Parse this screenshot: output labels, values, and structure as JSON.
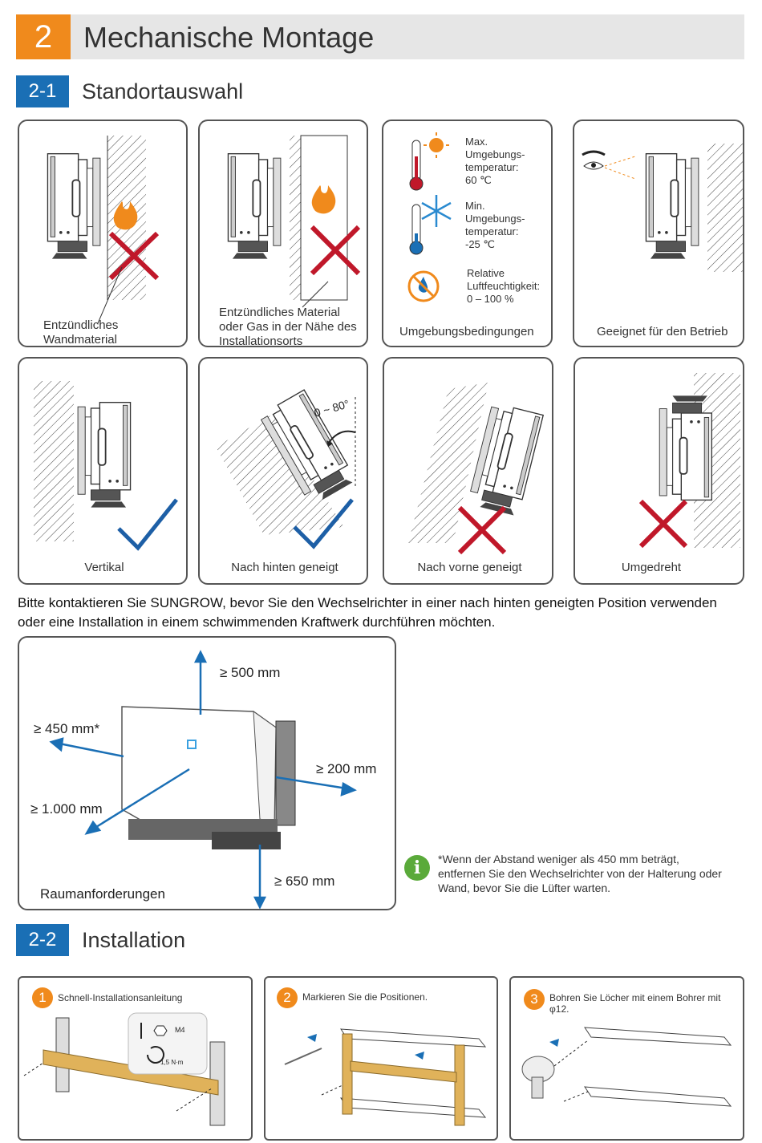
{
  "chapter": {
    "number": "2",
    "title": "Mechanische Montage"
  },
  "section1": {
    "number": "2-1",
    "title": "Standortauswahl"
  },
  "row1": [
    {
      "caption": "Entzündliches Wandmaterial"
    },
    {
      "caption": "Entzündliches Material oder Gas in der Nähe des Installationsorts"
    },
    {
      "caption": "Umgebungsbedingungen",
      "max_label": "Max. Umgebungs- temperatur:",
      "max_value": "60 ℃",
      "min_label": "Min. Umgebungs- temperatur:",
      "min_value": "-25 ℃",
      "humidity_label": "Relative Luftfeuchtigkeit:",
      "humidity_value": "0 – 100 %"
    },
    {
      "caption": "Geeignet für den Betrieb"
    }
  ],
  "row2": [
    {
      "caption": "Vertikal"
    },
    {
      "caption": "Nach hinten geneigt",
      "angle": "0 ~ 80°"
    },
    {
      "caption": "Nach vorne geneigt"
    },
    {
      "caption": "Umgedreht"
    }
  ],
  "notice": "Bitte kontaktieren Sie SUNGROW, bevor Sie den Wechselrichter in einer nach hinten geneigten Position verwenden oder eine Installation in einem schwimmenden Kraftwerk durchführen möchten.",
  "clearance": {
    "caption": "Raumanforderungen",
    "top": "≥ 500 mm",
    "left": "≥ 450 mm*",
    "right": "≥  200 mm",
    "front": "≥ 1.000 mm",
    "bottom": "≥  650 mm",
    "footnote": "*Wenn der Abstand weniger als 450 mm beträgt, entfernen Sie den Wechselrichter von der Halterung oder Wand, bevor Sie die Lüfter warten."
  },
  "section2": {
    "number": "2-2",
    "title": "Installation"
  },
  "steps": [
    {
      "number": "1",
      "text": "Schnell-Installationsanleitung",
      "bolt": "M4",
      "torque": "1,5 N·m"
    },
    {
      "number": "2",
      "text": "Markieren Sie die Positionen."
    },
    {
      "number": "3",
      "text": "Bohren Sie Löcher mit einem Bohrer mit φ12."
    }
  ],
  "colors": {
    "orange": "#f08a1c",
    "blue": "#1a6fb5",
    "red": "#c0182a",
    "check": "#1d5fa6",
    "info": "#5aaa3a"
  }
}
